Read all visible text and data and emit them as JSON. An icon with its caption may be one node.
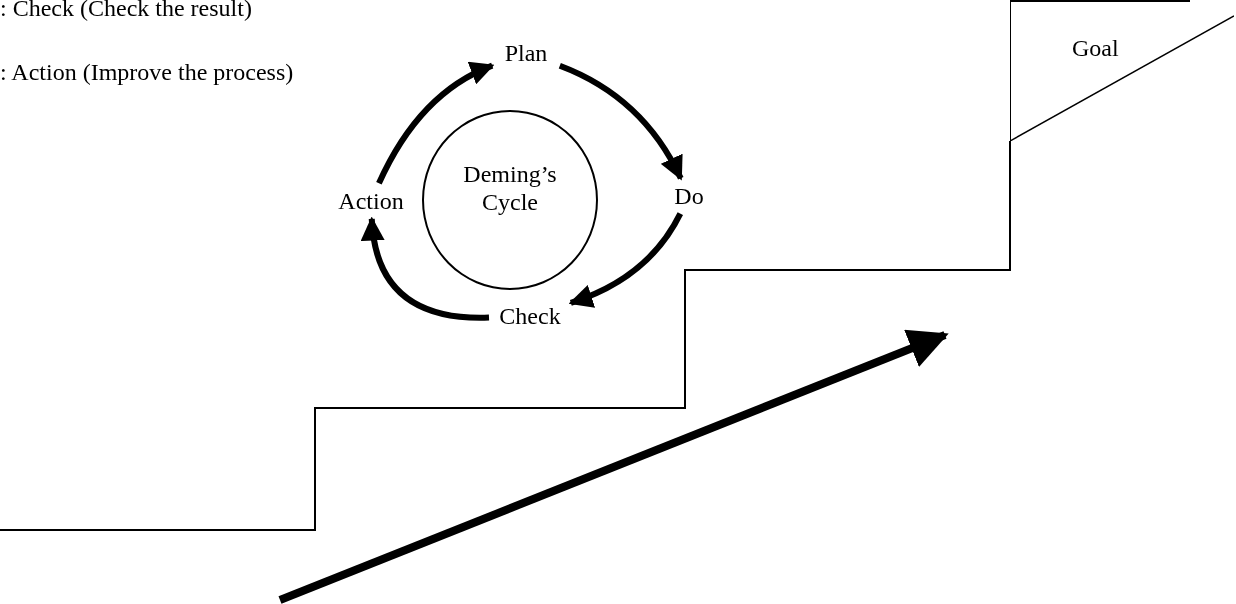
{
  "diagram": {
    "nodes": [
      {
        "text": [
          "Plan"
        ]
      },
      {
        "text": [
          "Do"
        ]
      },
      {
        "text": [
          "Check"
        ]
      },
      {
        "text": [
          "Action"
        ]
      },
      {
        "text": [
          "Deming’s Cycle"
        ]
      },
      {
        "text": [
          "Goal"
        ]
      }
    ],
    "edges": [
      {
        "from": 0,
        "to": 1,
        "arrow": "to"
      },
      {
        "from": 1,
        "to": 2,
        "arrow": "to"
      },
      {
        "from": 2,
        "to": 3,
        "arrow": "to"
      },
      {
        "from": 3,
        "to": 0,
        "arrow": "to"
      }
    ],
    "labels": [
      ": Check (Check the result)",
      ": Action (Improve the process)"
    ]
  }
}
